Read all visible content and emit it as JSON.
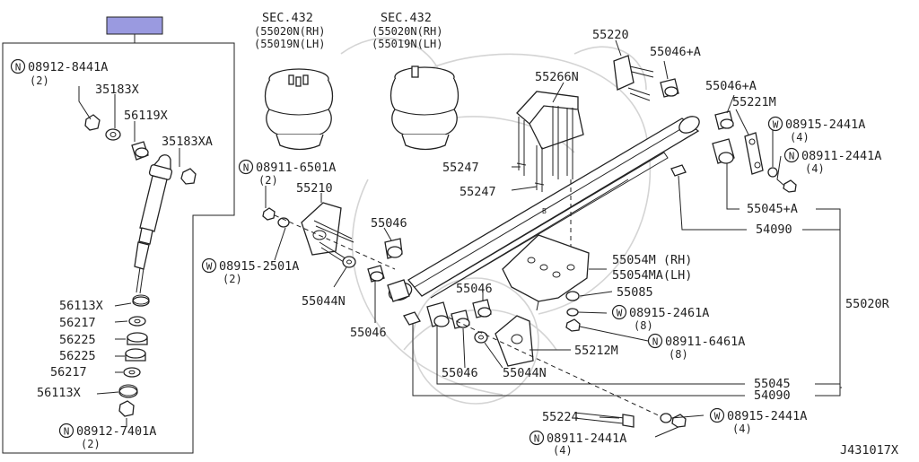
{
  "diagram": {
    "box_top_label": "",
    "header_color": "#9a9ae0",
    "line_color": "#222222",
    "watermark_color": "#d4d4d4",
    "callouts": {
      "c_08912_8441a": "08912-8441A",
      "c_08912_8441a_qty": "(2)",
      "c_35183x": "35183X",
      "c_56119x": "56119X",
      "c_35183xa": "35183XA",
      "c_56113x_top": "56113X",
      "c_56217_top": "56217",
      "c_56225_a": "56225",
      "c_56225_b": "56225",
      "c_56217_bot": "56217",
      "c_56113x_bot": "56113X",
      "c_08912_7401a": "08912-7401A",
      "c_08912_7401a_qty": "(2)",
      "c_sec432_left": "SEC.432",
      "c_55020n_left": "(55020N(RH)",
      "c_55019n_left": "(55019N(LH)",
      "c_sec432_right": "SEC.432",
      "c_55020n_right": "(55020N(RH)",
      "c_55019n_right": "(55019N(LH)",
      "c_08911_6501a": "08911-6501A",
      "c_08911_6501a_qty": "(2)",
      "c_55210": "55210",
      "c_55046_upper": "55046",
      "c_08915_2501a": "08915-2501A",
      "c_08915_2501a_qty": "(2)",
      "c_55044n_upper": "55044N",
      "c_55046_left": "55046",
      "c_55220": "55220",
      "c_55046a_top": "55046+A",
      "c_55266n": "55266N",
      "c_55247_a": "55247",
      "c_55247_b": "55247",
      "c_55046a_mid": "55046+A",
      "c_55221m": "55221M",
      "c_08915_2441a_top": "08915-2441A",
      "c_08915_2441a_top_qty": "(4)",
      "c_08911_2441a_top": "08911-2441A",
      "c_08911_2441a_top_qty": "(4)",
      "c_55045a": "55045+A",
      "c_54090_top": "54090",
      "c_55054m": "55054M (RH)",
      "c_55054ma": "55054MA(LH)",
      "c_55085": "55085",
      "c_55046_mid": "55046",
      "c_08915_2461a": "08915-2461A",
      "c_08915_2461a_qty": "(8)",
      "c_08911_6461a": "08911-6461A",
      "c_08911_6461a_qty": "(8)",
      "c_55212m": "55212M",
      "c_55046_bottom": "55046",
      "c_55044n_bottom": "55044N",
      "c_55020r": "55020R",
      "c_55045_bottom": "55045",
      "c_54090_bottom": "54090",
      "c_55224": "55224",
      "c_08915_2441a_bot": "08915-2441A",
      "c_08915_2441a_bot_qty": "(4)",
      "c_08911_2441a_bot": "08911-2441A",
      "c_08911_2441a_bot_qty": "(4)",
      "c_figure_id": "J431017X"
    }
  }
}
